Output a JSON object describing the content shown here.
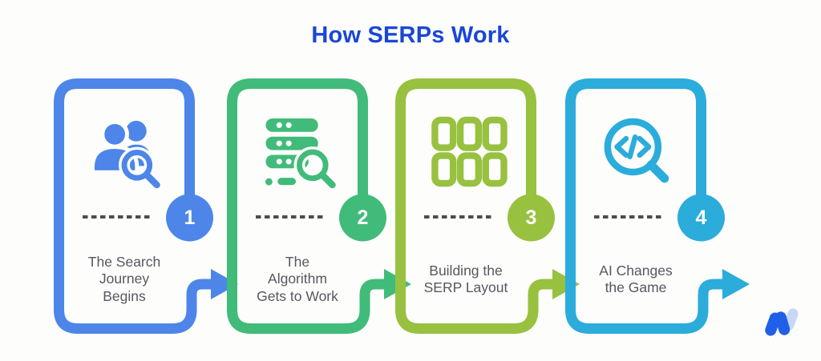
{
  "title": "How SERPs Work",
  "colors": {
    "background": "#fdfdfc",
    "title": "#1a46d6",
    "label": "#55585c",
    "dash": "#4d4d4d",
    "number_text": "#ffffff",
    "step1": "#4d86e8",
    "step2": "#41bb79",
    "step3": "#97c13f",
    "step4": "#2bacdb",
    "logo_primary": "#2060e8",
    "logo_light": "#c7d7f8"
  },
  "steps": [
    {
      "number": "1",
      "label": "The Search\nJourney\nBegins",
      "color": "#4d86e8",
      "icon": "users-search-icon"
    },
    {
      "number": "2",
      "label": "The\nAlgorithm\nGets to Work",
      "color": "#41bb79",
      "icon": "server-search-icon"
    },
    {
      "number": "3",
      "label": "Building the\nSERP Layout",
      "color": "#97c13f",
      "icon": "grid-layout-icon"
    },
    {
      "number": "4",
      "label": "AI Changes\nthe Game",
      "color": "#2bacdb",
      "icon": "code-search-icon"
    }
  ],
  "logo": {
    "name": "w-logo"
  }
}
